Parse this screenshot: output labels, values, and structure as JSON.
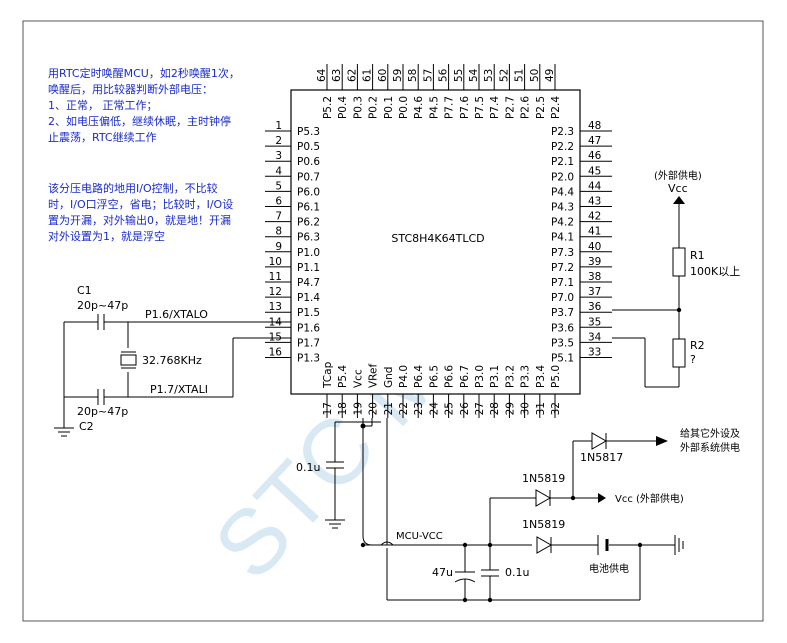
{
  "chip": {
    "name": "STC8H4K64TLCD",
    "top_pins": [
      {
        "num": "64",
        "label": "P5.2"
      },
      {
        "num": "63",
        "label": "P0.4"
      },
      {
        "num": "62",
        "label": "P0.3"
      },
      {
        "num": "61",
        "label": "P0.2"
      },
      {
        "num": "60",
        "label": "P0.1"
      },
      {
        "num": "59",
        "label": "P0.0"
      },
      {
        "num": "58",
        "label": "P4.6"
      },
      {
        "num": "57",
        "label": "P4.5"
      },
      {
        "num": "56",
        "label": "P7.7"
      },
      {
        "num": "55",
        "label": "P7.6"
      },
      {
        "num": "54",
        "label": "P7.5"
      },
      {
        "num": "53",
        "label": "P7.4"
      },
      {
        "num": "52",
        "label": "P2.7"
      },
      {
        "num": "51",
        "label": "P2.6"
      },
      {
        "num": "50",
        "label": "P2.5"
      },
      {
        "num": "49",
        "label": "P2.4"
      }
    ],
    "left_pins": [
      {
        "num": "1",
        "label": "P5.3"
      },
      {
        "num": "2",
        "label": "P0.5"
      },
      {
        "num": "3",
        "label": "P0.6"
      },
      {
        "num": "4",
        "label": "P0.7"
      },
      {
        "num": "5",
        "label": "P6.0"
      },
      {
        "num": "6",
        "label": "P6.1"
      },
      {
        "num": "7",
        "label": "P6.2"
      },
      {
        "num": "8",
        "label": "P6.3"
      },
      {
        "num": "9",
        "label": "P1.0"
      },
      {
        "num": "10",
        "label": "P1.1"
      },
      {
        "num": "11",
        "label": "P4.7"
      },
      {
        "num": "12",
        "label": "P1.4"
      },
      {
        "num": "13",
        "label": "P1.5"
      },
      {
        "num": "14",
        "label": "P1.6"
      },
      {
        "num": "15",
        "label": "P1.7"
      },
      {
        "num": "16",
        "label": "P1.3"
      }
    ],
    "right_pins": [
      {
        "num": "48",
        "label": "P2.3"
      },
      {
        "num": "47",
        "label": "P2.2"
      },
      {
        "num": "46",
        "label": "P2.1"
      },
      {
        "num": "45",
        "label": "P2.0"
      },
      {
        "num": "44",
        "label": "P4.4"
      },
      {
        "num": "43",
        "label": "P4.3"
      },
      {
        "num": "42",
        "label": "P4.2"
      },
      {
        "num": "41",
        "label": "P4.1"
      },
      {
        "num": "40",
        "label": "P7.3"
      },
      {
        "num": "39",
        "label": "P7.2"
      },
      {
        "num": "38",
        "label": "P7.1"
      },
      {
        "num": "37",
        "label": "P7.0"
      },
      {
        "num": "36",
        "label": "P3.7"
      },
      {
        "num": "35",
        "label": "P3.6"
      },
      {
        "num": "34",
        "label": "P3.5"
      },
      {
        "num": "33",
        "label": "P5.1"
      }
    ],
    "bottom_pins": [
      {
        "num": "17",
        "label": "TCap"
      },
      {
        "num": "18",
        "label": "P5.4"
      },
      {
        "num": "19",
        "label": "Vcc"
      },
      {
        "num": "20",
        "label": "VRef"
      },
      {
        "num": "21",
        "label": "Gnd"
      },
      {
        "num": "22",
        "label": "P4.0"
      },
      {
        "num": "23",
        "label": "P6.4"
      },
      {
        "num": "24",
        "label": "P6.5"
      },
      {
        "num": "25",
        "label": "P6.6"
      },
      {
        "num": "26",
        "label": "P6.7"
      },
      {
        "num": "27",
        "label": "P3.0"
      },
      {
        "num": "28",
        "label": "P3.1"
      },
      {
        "num": "29",
        "label": "P3.2"
      },
      {
        "num": "30",
        "label": "P3.3"
      },
      {
        "num": "31",
        "label": "P3.4"
      },
      {
        "num": "32",
        "label": "P5.0"
      }
    ]
  },
  "notes": {
    "note1": [
      "用RTC定时唤醒MCU，如2秒唤醒1次，",
      "唤醒后，用比较器判断外部电压：",
      "1、正常，  正常工作；",
      "2、如电压偏低，继续休眠，主时钟停",
      "止震荡，RTC继续工作"
    ],
    "note2": [
      "该分压电路的地用I/O控制，不比较",
      "时，I/O口浮空，省电；比较时，I/O设",
      "置为开漏，对外输出0，就是地！开漏",
      "对外设置为1，就是浮空"
    ]
  },
  "labels": {
    "c1": "C1",
    "c1_val": "20p~47p",
    "c2": "C2",
    "c2_val": "20p~47p",
    "crystal": "32.768KHz",
    "xtalo": "P1.6/XTALO",
    "xtali": "P1.7/XTALI",
    "cap_01u": "0.1u",
    "ext_power": "(外部供电)",
    "vcc": "Vcc",
    "r1": "R1",
    "r1_val": "100K以上",
    "r2": "R2",
    "r2_val": "?",
    "to_other": [
      "给其它外设及",
      "外部系统供电"
    ],
    "d_1n5817": "1N5817",
    "d_1n5819a": "1N5819",
    "d_1n5819b": "1N5819",
    "vcc_ext": "Vcc (外部供电)",
    "mcu_vcc": "MCU-VCC",
    "cap_47u": "47u",
    "cap_01u_b": "0.1u",
    "battery": "电池供电",
    "watermark": "STC MCU"
  },
  "colors": {
    "wire": "#000000",
    "note_text": "#1a2cc8",
    "watermark": "#cfe3f0"
  }
}
